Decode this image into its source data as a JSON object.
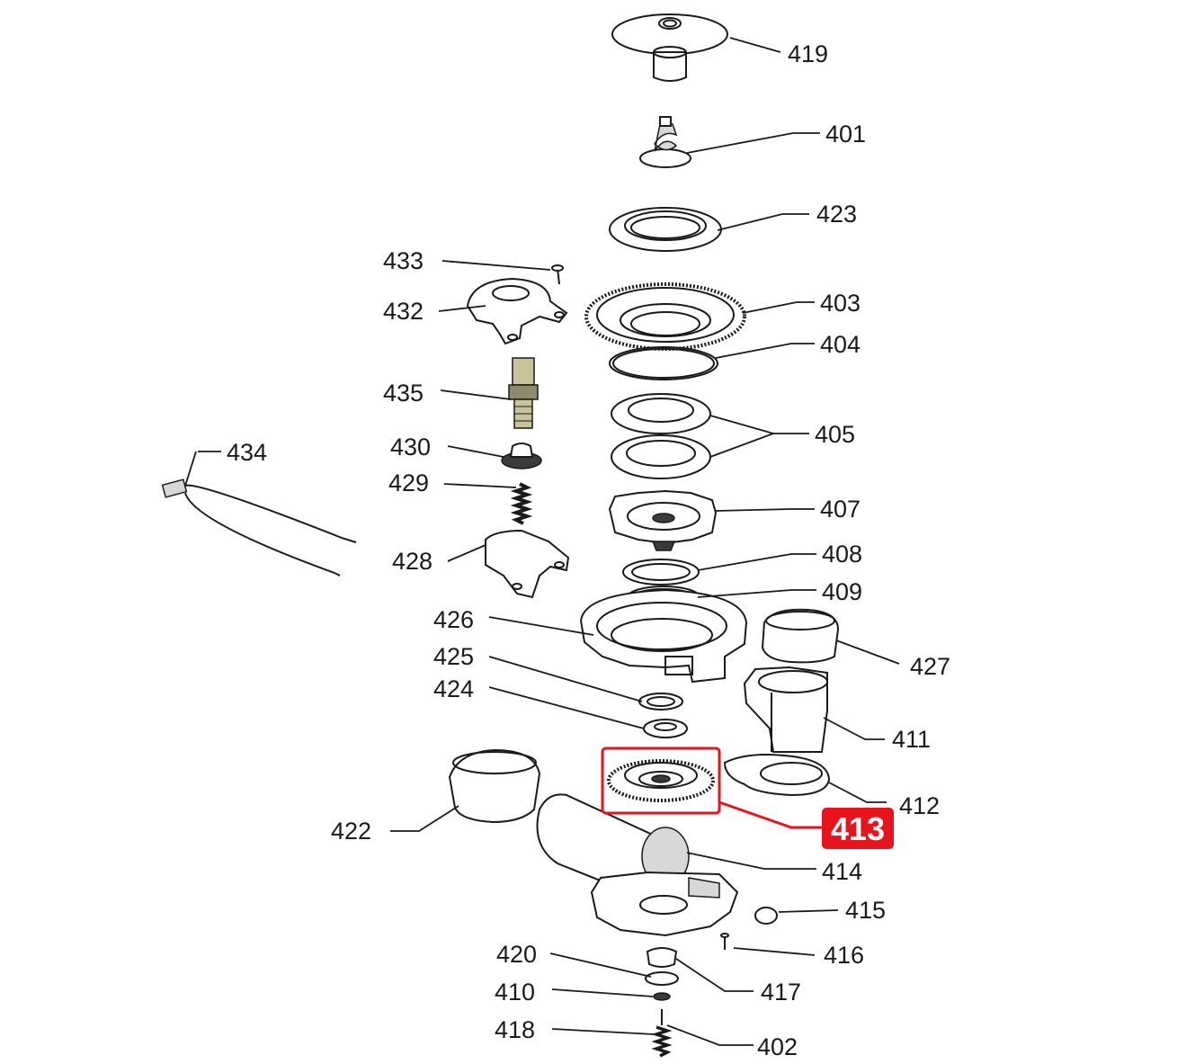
{
  "accent_color": "#e8141c",
  "highlight": {
    "label": "413"
  },
  "callouts": [
    {
      "id": "c419",
      "label": "419"
    },
    {
      "id": "c401",
      "label": "401"
    },
    {
      "id": "c423",
      "label": "423"
    },
    {
      "id": "c433",
      "label": "433"
    },
    {
      "id": "c432",
      "label": "432"
    },
    {
      "id": "c403",
      "label": "403"
    },
    {
      "id": "c404",
      "label": "404"
    },
    {
      "id": "c435",
      "label": "435"
    },
    {
      "id": "c405",
      "label": "405"
    },
    {
      "id": "c434",
      "label": "434"
    },
    {
      "id": "c430",
      "label": "430"
    },
    {
      "id": "c429",
      "label": "429"
    },
    {
      "id": "c407",
      "label": "407"
    },
    {
      "id": "c428",
      "label": "428"
    },
    {
      "id": "c408",
      "label": "408"
    },
    {
      "id": "c409",
      "label": "409"
    },
    {
      "id": "c426",
      "label": "426"
    },
    {
      "id": "c427",
      "label": "427"
    },
    {
      "id": "c425",
      "label": "425"
    },
    {
      "id": "c424",
      "label": "424"
    },
    {
      "id": "c411",
      "label": "411"
    },
    {
      "id": "c412",
      "label": "412"
    },
    {
      "id": "c422",
      "label": "422"
    },
    {
      "id": "c414",
      "label": "414"
    },
    {
      "id": "c415",
      "label": "415"
    },
    {
      "id": "c420",
      "label": "420"
    },
    {
      "id": "c416",
      "label": "416"
    },
    {
      "id": "c410",
      "label": "410"
    },
    {
      "id": "c417",
      "label": "417"
    },
    {
      "id": "c418",
      "label": "418"
    },
    {
      "id": "c402",
      "label": "402"
    }
  ]
}
